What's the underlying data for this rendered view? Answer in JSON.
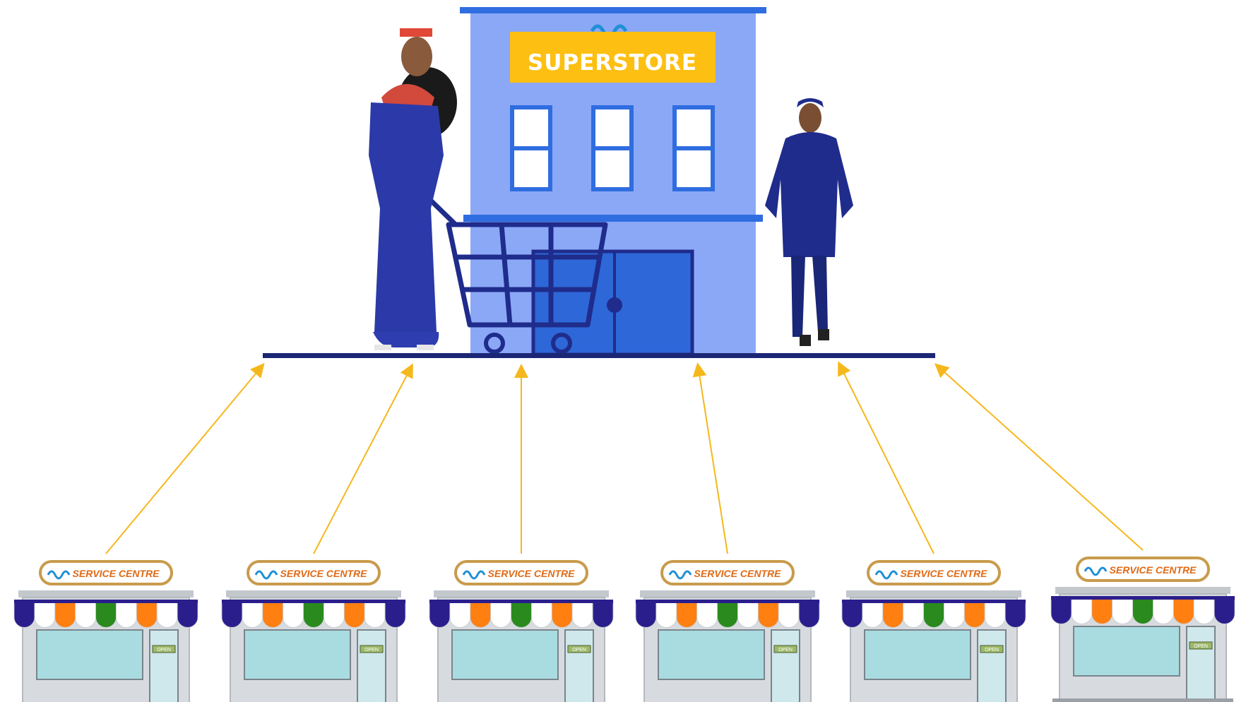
{
  "superstore": {
    "sign_label": "SUPERSTORE",
    "colors": {
      "building": "#8BA8F7",
      "building_edge": "#2F6DE0",
      "sign_bg": "#FDBF12",
      "sign_text": "#FFFFFF",
      "door": "#2E67D8",
      "cart": "#1F2C8C",
      "ground": "#1B2775"
    }
  },
  "people": [
    {
      "name": "woman",
      "outfit_color": "#2B3AA8"
    },
    {
      "name": "man",
      "outfit_color": "#1F2C8C"
    }
  ],
  "connector_color": "#F5B81C",
  "service_centres": [
    {
      "label": "SERVICE CENTRE",
      "door_sign": "OPEN"
    },
    {
      "label": "SERVICE CENTRE",
      "door_sign": "OPEN"
    },
    {
      "label": "SERVICE CENTRE",
      "door_sign": "OPEN"
    },
    {
      "label": "SERVICE CENTRE",
      "door_sign": "OPEN"
    },
    {
      "label": "SERVICE CENTRE",
      "door_sign": "OPEN"
    },
    {
      "label": "SERVICE CENTRE",
      "door_sign": "OPEN"
    }
  ],
  "shop_colors": {
    "awning_orange": "#FF7F11",
    "awning_green": "#2A8A1E",
    "awning_white": "#FFFFFF",
    "awning_edge": "#2A1E8C",
    "wall": "#D7DBDF",
    "glass": "#A8DCE0",
    "sign_border": "#C89B4C",
    "sign_text": "#E06A16"
  }
}
